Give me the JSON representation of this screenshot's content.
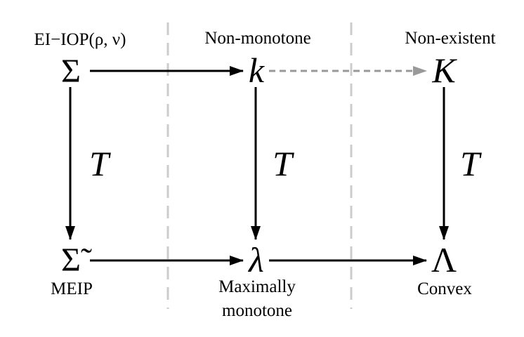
{
  "diagram": {
    "columns": {
      "left": {
        "top_label": "EI−IOP(ρ, ν)",
        "top_symbol": "Σ",
        "bottom_symbol": "Σ̃",
        "bottom_label": "MEIP"
      },
      "middle": {
        "top_label": "Non-monotone",
        "top_symbol": "k",
        "bottom_symbol": "λ",
        "bottom_label_line1": "Maximally",
        "bottom_label_line2": "monotone"
      },
      "right": {
        "top_label": "Non-existent",
        "top_symbol": "K",
        "bottom_symbol": "Λ",
        "bottom_label": "Convex"
      }
    },
    "transform_labels": {
      "left": "T",
      "middle": "T",
      "right": "T"
    },
    "colors": {
      "arrow": "#000000",
      "dashed_arrow": "#999999",
      "separator": "#cccccc",
      "text": "#000000"
    }
  }
}
